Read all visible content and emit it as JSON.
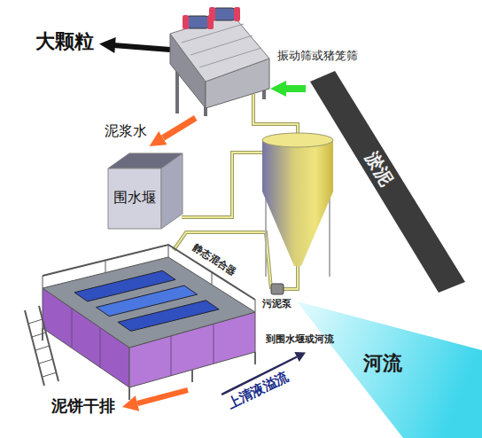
{
  "diagram": {
    "nodes": [
      {
        "text": [
          "振动筛或猪笼筛"
        ]
      },
      {
        "text": [
          "淤泥"
        ]
      },
      {
        "text": [
          "围水堰"
        ]
      },
      {
        "text": [
          "河流"
        ]
      }
    ],
    "edges": [
      {
        "from": 1,
        "to": 0,
        "arrow": "to"
      },
      {
        "from": 0,
        "to": 2,
        "label": "泥浆水",
        "arrow": "to"
      }
    ],
    "labels": [
      "大颗粒",
      "静态混合器",
      "污泥泵",
      "泥饼干排",
      "上清液溢流",
      "到围水堰或河流"
    ]
  }
}
